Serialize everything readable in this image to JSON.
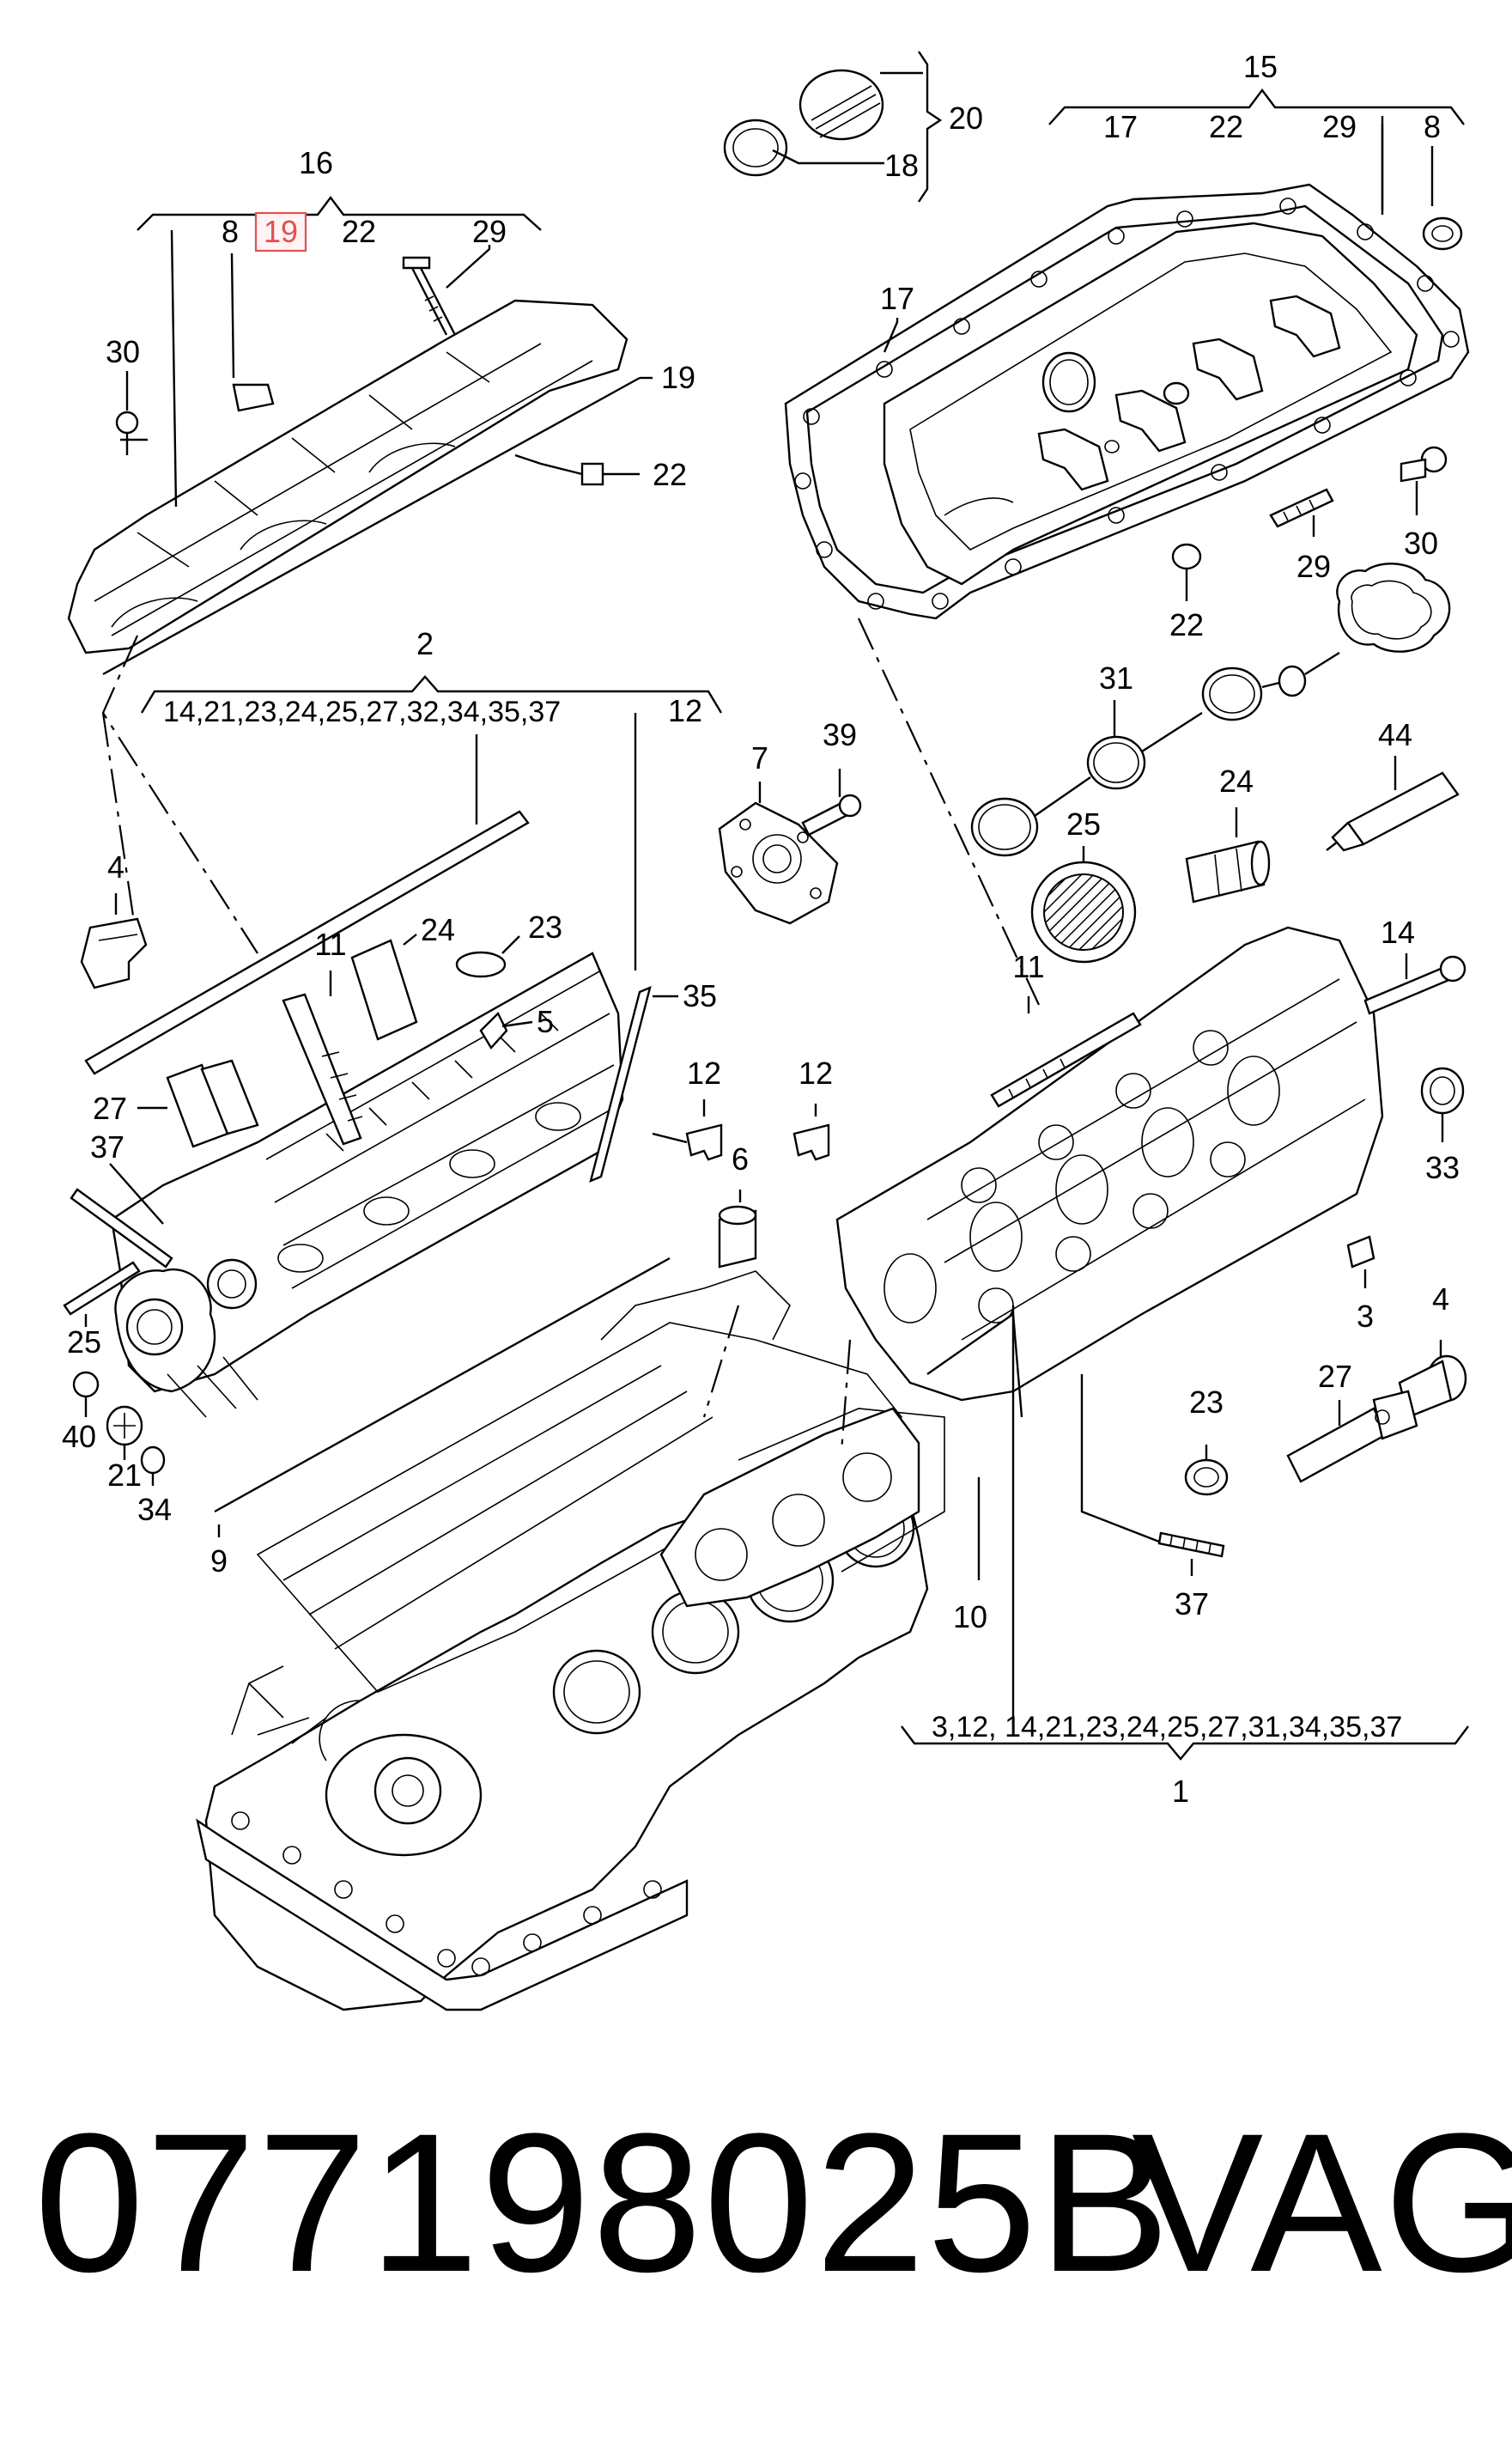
{
  "callouts": {
    "c1": "1",
    "c2": "2",
    "c3": "3",
    "c4a": "4",
    "c4b": "4",
    "c5": "5",
    "c6": "6",
    "c7": "7",
    "c8a": "8",
    "c8b": "8",
    "c9": "9",
    "c10": "10",
    "c11a": "11",
    "c11b": "11",
    "c12a": "12",
    "c12b": "12",
    "c12c": "12",
    "c14": "14",
    "c15": "15",
    "c16": "16",
    "c17a": "17",
    "c17b": "17",
    "c18": "18",
    "c19a": "19",
    "c19b": "19",
    "c20": "20",
    "c21": "21",
    "c22a": "22",
    "c22b": "22",
    "c22c": "22",
    "c22d": "22",
    "c23a": "23",
    "c23b": "23",
    "c24a": "24",
    "c24b": "24",
    "c25a": "25",
    "c25b": "25",
    "c27a": "27",
    "c27b": "27",
    "c29a": "29",
    "c29b": "29",
    "c29c": "29",
    "c30a": "30",
    "c30b": "30",
    "c31": "31",
    "c33": "33",
    "c34": "34",
    "c35": "35",
    "c37a": "37",
    "c37b": "37",
    "c39": "39",
    "c40": "40",
    "c44": "44"
  },
  "lists": {
    "group2": "14,21,23,24,25,27,32,34,35,37",
    "group1": "3,12,  14,21,23,24,25,27,31,34,35,37"
  },
  "highlight": {
    "color": "#e05050"
  },
  "footer": {
    "part_number": "077198025B",
    "brand": "VAG"
  }
}
